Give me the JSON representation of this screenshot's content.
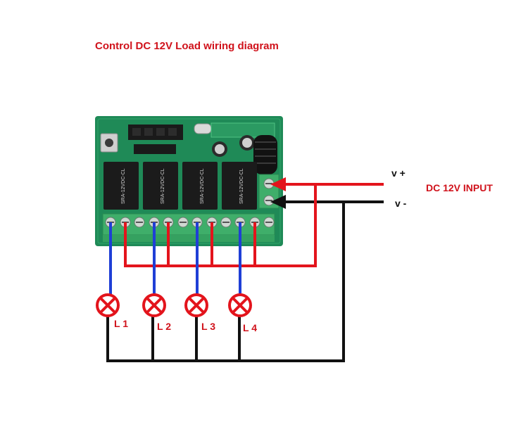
{
  "title": "Control DC 12V Load wiring diagram",
  "power": {
    "positive_label": "v +",
    "negative_label": "v -",
    "input_label": "DC 12V INPUT"
  },
  "board": {
    "relay_marking": "SRA-12VDC-CL"
  },
  "loads": [
    {
      "label": "L 1"
    },
    {
      "label": "L 2"
    },
    {
      "label": "L 3"
    },
    {
      "label": "L 4"
    }
  ],
  "colors": {
    "positive_wire": "#e3141c",
    "negative_wire": "#111111",
    "load_wire": "#1f3fd6",
    "lamp": "#e3141c",
    "board": "#1f8a57",
    "relay": "#1b1b1b",
    "terminal": "#3fae6a"
  }
}
